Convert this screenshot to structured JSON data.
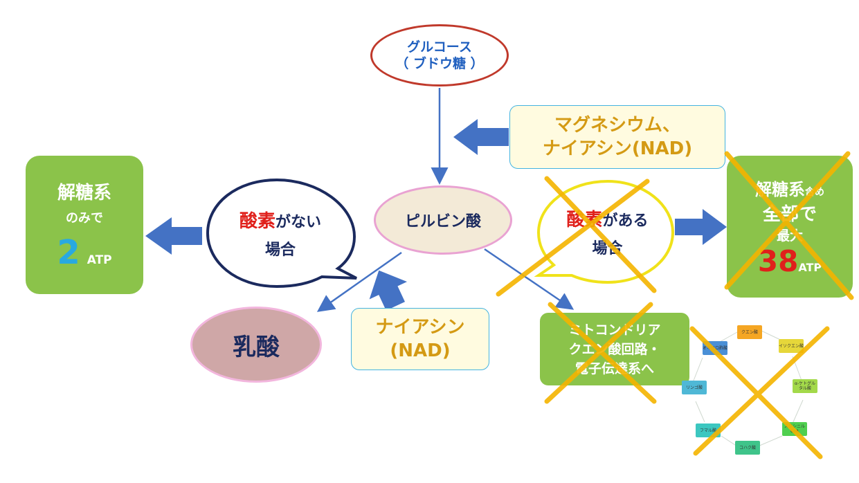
{
  "glucose": {
    "line1": "グルコース",
    "line2": "（ ブドウ糖 ）"
  },
  "pyruvic_acid": "ピルビン酸",
  "lactic_acid": "乳酸",
  "cofactor_top": {
    "line1": "マグネシウム、",
    "line2": "ナイアシン(NAD)"
  },
  "cofactor_bottom": {
    "line1": "ナイアシン",
    "line2": "(NAD)"
  },
  "no_oxygen": {
    "oxygen": "酸素",
    "rest": "がない",
    "line2": "場合"
  },
  "with_oxygen": {
    "oxygen": "酸素",
    "rest": "がある",
    "line2": "場合"
  },
  "glycolysis_only": {
    "line1": "解糖系",
    "line2": "のみで",
    "number": "2",
    "unit": "ATP"
  },
  "full_pathway": {
    "line1": "解糖系",
    "line1_small": "含め",
    "line2": "全部で",
    "line3": "最大",
    "number": "38",
    "unit": "ATP"
  },
  "mitochondria": {
    "line1": "ミトコンドリア",
    "line2": "クエン酸回路・",
    "line3": "電子伝達系へ"
  },
  "citric_cycle": {
    "nodes": [
      "クエン酸",
      "イソクエン酸",
      "α-ケトグルタル酸",
      "スクシニルCoA",
      "コハク酸",
      "フマル酸",
      "リンゴ酸",
      "オキサロ酢酸"
    ],
    "node_colors": [
      "#f5a623",
      "#e6d73a",
      "#a3d94a",
      "#4fcf4f",
      "#3fc48a",
      "#3cc7c0",
      "#4fb8d6",
      "#4a8fd6"
    ]
  },
  "colors": {
    "green_box": "#8bc34a",
    "arrow_blue": "#4472c4",
    "cross": "#f4b400",
    "red_text": "#e0201b",
    "navy_text": "#1b2a5e",
    "nutrient_text": "#d49a14"
  }
}
